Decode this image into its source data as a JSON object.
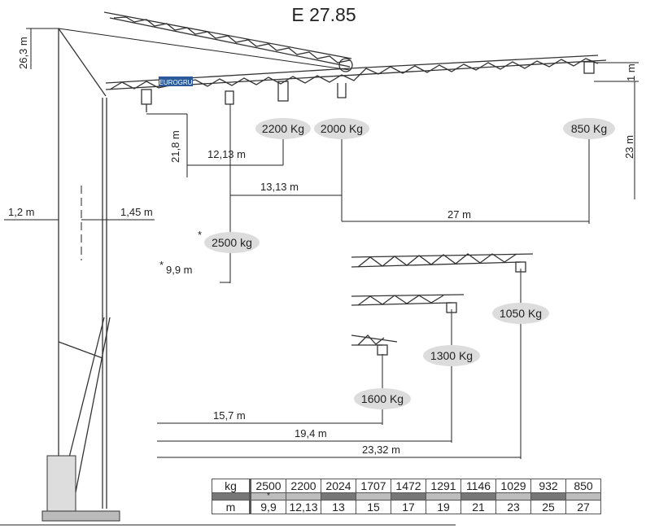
{
  "title": "E 27.85",
  "logo": "EUROGRU",
  "dimensions": {
    "height_total": "26,3 m",
    "height_hook": "21,8 m",
    "base_left": "1,2 m",
    "base_right": "1,45 m",
    "jib_top_offset": "1 m",
    "hook_height": "23 m",
    "d1": "12,13 m",
    "d2": "13,13 m",
    "d3": "27 m",
    "d4": "9,9 m",
    "d5": "15,7 m",
    "d6": "19,4 m",
    "d7": "23,32 m",
    "asterisk": "*"
  },
  "loads": {
    "l2200": "2200 Kg",
    "l2000": "2000 Kg",
    "l850": "850 Kg",
    "l2500": "2500 kg",
    "l1050": "1050 Kg",
    "l1300": "1300 Kg",
    "l1600": "1600 Kg"
  },
  "table": {
    "kg_label": "kg",
    "m_label": "m",
    "kg": [
      "2500",
      "2200",
      "2024",
      "1707",
      "1472",
      "1291",
      "1146",
      "1029",
      "932",
      "850"
    ],
    "m": [
      "9,9",
      "12,13",
      "13",
      "15",
      "17",
      "19",
      "21",
      "23",
      "25",
      "27"
    ],
    "asterisk": "*"
  }
}
